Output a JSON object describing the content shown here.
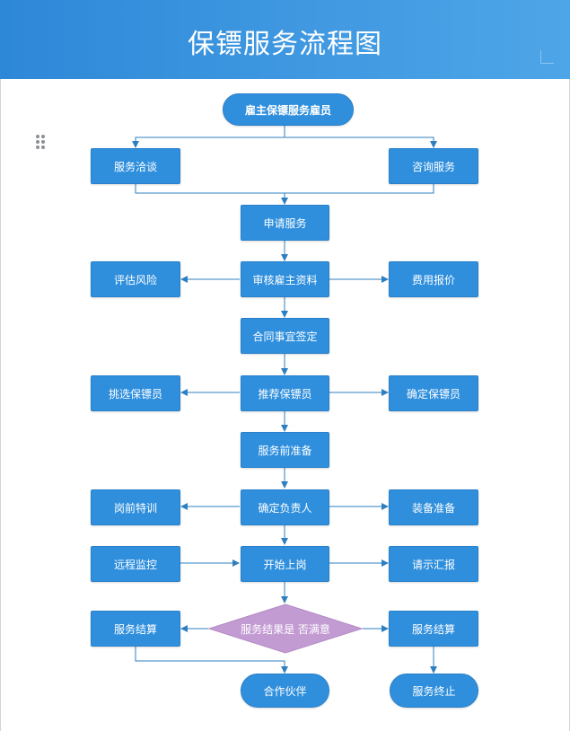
{
  "header": {
    "title": "保镖服务流程图"
  },
  "nodes": {
    "start": "雇主保镖服务雇员",
    "negotiate": "服务洽谈",
    "consult": "咨询服务",
    "apply": "申请服务",
    "assess_risk": "评估风险",
    "review": "审核雇主资料",
    "quote": "费用报价",
    "contract": "合同事宜签定",
    "select_guard": "挑选保镖员",
    "recommend": "推荐保镖员",
    "confirm_guard": "确定保镖员",
    "prepare": "服务前准备",
    "training": "岗前特训",
    "assign_lead": "确定负责人",
    "equip": "装备准备",
    "remote_monitor": "远程监控",
    "start_duty": "开始上岗",
    "report": "请示汇报",
    "settle_left": "服务结算",
    "satisfied": "服务结果是 否满意",
    "settle_right": "服务结算",
    "partner": "合作伙伴",
    "terminate": "服务终止"
  },
  "colors": {
    "header_start": "#2e88d8",
    "header_end": "#4ea6e8",
    "node_fill": "#2f8fdd",
    "decision_fill": "#c39bd3",
    "connector": "#2e7fc0"
  }
}
